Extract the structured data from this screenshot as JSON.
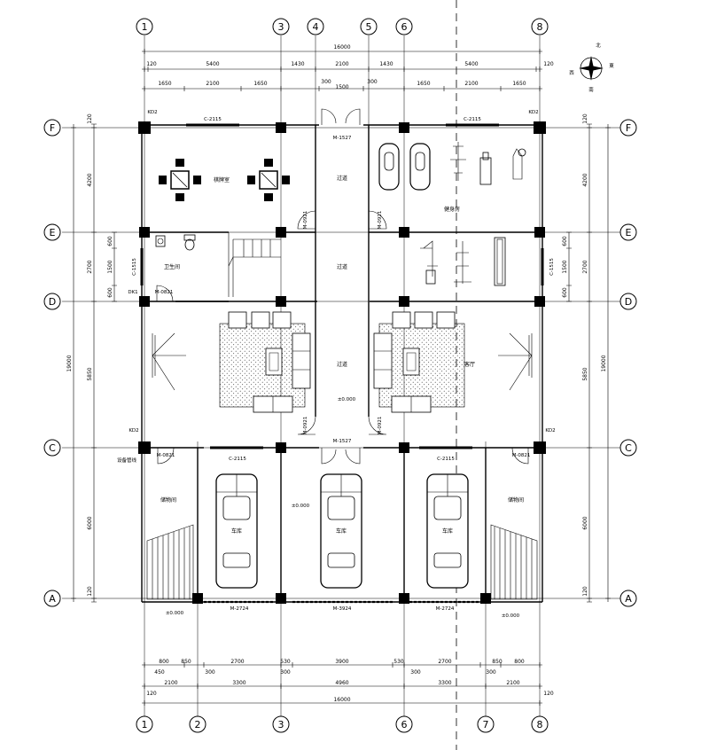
{
  "axes": {
    "top": [
      "1",
      "3",
      "4",
      "5",
      "6",
      "8"
    ],
    "bottom": [
      "1",
      "2",
      "3",
      "6",
      "7",
      "8"
    ],
    "left": [
      "F",
      "E",
      "D",
      "C",
      "A"
    ],
    "right": [
      "F",
      "E",
      "D",
      "C",
      "A"
    ]
  },
  "compass": {
    "north": "北",
    "east": "東",
    "west": "西",
    "south": "南"
  },
  "dims": {
    "top_total": "16000",
    "top_row2": [
      "120",
      "5400",
      "1430",
      "2100",
      "1430",
      "5400",
      "120"
    ],
    "top_row3": [
      "1650",
      "2100",
      "1650",
      "300",
      "1500",
      "300",
      "1650",
      "2100",
      "1650"
    ],
    "bottom_row1": [
      "800",
      "850",
      "2700",
      "530",
      "3900",
      "530",
      "2700",
      "850",
      "800"
    ],
    "bottom_row1b": [
      "450",
      "300",
      "300",
      "300",
      "300"
    ],
    "bottom_row2": [
      "2100",
      "3300",
      "4960",
      "3300",
      "2100"
    ],
    "bottom_row2b": [
      "120",
      "120"
    ],
    "bottom_total": "16000",
    "left_outer": "19000",
    "left_segments": [
      "120",
      "4200",
      "2700",
      "5850",
      "6000",
      "120"
    ],
    "left_inner": [
      "600",
      "1500",
      "600"
    ],
    "right_outer": "19000",
    "right_segments": [
      "120",
      "4200",
      "2700",
      "5850",
      "6000",
      "120"
    ],
    "right_inner": [
      "600",
      "1500",
      "600"
    ]
  },
  "rooms": {
    "mahjong": "棋牌室",
    "gym": "健身房",
    "bathroom": "卫生间",
    "corridor1": "过道",
    "corridor2": "过道",
    "corridor3": "过道",
    "living_right": "客厅",
    "storage_left": "储物间",
    "storage_right": "储物间",
    "garage1": "车库",
    "garage2": "车库",
    "garage3": "车库"
  },
  "labels": {
    "c2115_top_left": "C-2115",
    "c2115_top_right": "C-2115",
    "c2115_bot_left": "C-2115",
    "c2115_bot_right": "C-2115",
    "m1527_top": "M-1527",
    "m1527_mid": "M-1527",
    "m0921_a": "M-0921",
    "m0921_b": "M-0921",
    "m0921_c": "M-0921",
    "m0921_d": "M-0921",
    "m0821_a": "M-0821",
    "m0821_b": "M-0821",
    "m0821_c": "M-0821",
    "c1515_left": "C-1515",
    "c1515_right": "C-1515",
    "m2724_left": "M-2724",
    "m3924": "M-3924",
    "m2724_right": "M-2724",
    "kd2_a": "KD2",
    "kd2_b": "KD2",
    "kd2_c": "KD2",
    "kd2_d": "KD2",
    "dk1": "DK1",
    "equipment": "设备管线",
    "lvl_mid": "±0.000",
    "lvl_garage": "±0.000",
    "lvl_left": "±0.000",
    "lvl_right": "±0.000"
  }
}
